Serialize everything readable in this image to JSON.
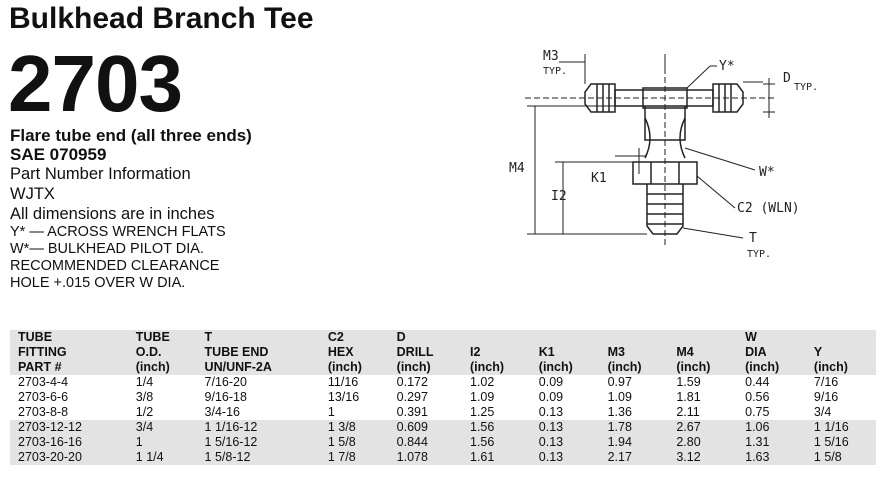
{
  "header": {
    "title": "Bulkhead Branch Tee",
    "part_number": "2703"
  },
  "info": {
    "line1": "Flare tube end (all three ends)",
    "line2": "SAE 070959",
    "line3": "Part Number Information",
    "line4": "WJTX",
    "line5": "All dimensions are in inches",
    "note1": "Y* — ACROSS WRENCH FLATS",
    "note2": "W*— BULKHEAD PILOT DIA.",
    "note3": "RECOMMENDED CLEARANCE",
    "note4": "HOLE +.015 OVER W DIA."
  },
  "drawing": {
    "m3": "M3",
    "m3_typ": "TYP.",
    "y": "Y*",
    "d": "D",
    "d_typ": "TYP.",
    "m4": "M4",
    "k1": "K1",
    "i2": "I2",
    "w": "W*",
    "c2": "C2 (WLN)",
    "t": "T",
    "t_typ": "TYP."
  },
  "table": {
    "headers": [
      [
        "TUBE",
        "FITTING",
        "PART #"
      ],
      [
        "TUBE",
        "O.D.",
        "(inch)"
      ],
      [
        "T",
        "TUBE END",
        "UN/UNF-2A"
      ],
      [
        "C2",
        "HEX",
        "(inch)"
      ],
      [
        "D",
        "DRILL",
        "(inch)"
      ],
      [
        "",
        "I2",
        "(inch)"
      ],
      [
        "",
        "K1",
        "(inch)"
      ],
      [
        "",
        "M3",
        "(inch)"
      ],
      [
        "",
        "M4",
        "(inch)"
      ],
      [
        "W",
        "DIA",
        "(inch)"
      ],
      [
        "",
        "Y",
        "(inch)"
      ]
    ],
    "rows": [
      [
        "2703-4-4",
        "1/4",
        "7/16-20",
        "11/16",
        "0.172",
        "1.02",
        "0.09",
        "0.97",
        "1.59",
        "0.44",
        "7/16"
      ],
      [
        "2703-6-6",
        "3/8",
        "9/16-18",
        "13/16",
        "0.297",
        "1.09",
        "0.09",
        "1.09",
        "1.81",
        "0.56",
        "9/16"
      ],
      [
        "2703-8-8",
        "1/2",
        "3/4-16",
        "1",
        "0.391",
        "1.25",
        "0.13",
        "1.36",
        "2.11",
        "0.75",
        "3/4"
      ],
      [
        "2703-12-12",
        "3/4",
        "1 1/16-12",
        "1 3/8",
        "0.609",
        "1.56",
        "0.13",
        "1.78",
        "2.67",
        "1.06",
        "1 1/16"
      ],
      [
        "2703-16-16",
        "1",
        "1 5/16-12",
        "1 5/8",
        "0.844",
        "1.56",
        "0.13",
        "1.94",
        "2.80",
        "1.31",
        "1 5/16"
      ],
      [
        "2703-20-20",
        "1 1/4",
        "1 5/8-12",
        "1 7/8",
        "1.078",
        "1.61",
        "0.13",
        "2.17",
        "3.12",
        "1.63",
        "1 5/8"
      ]
    ]
  }
}
